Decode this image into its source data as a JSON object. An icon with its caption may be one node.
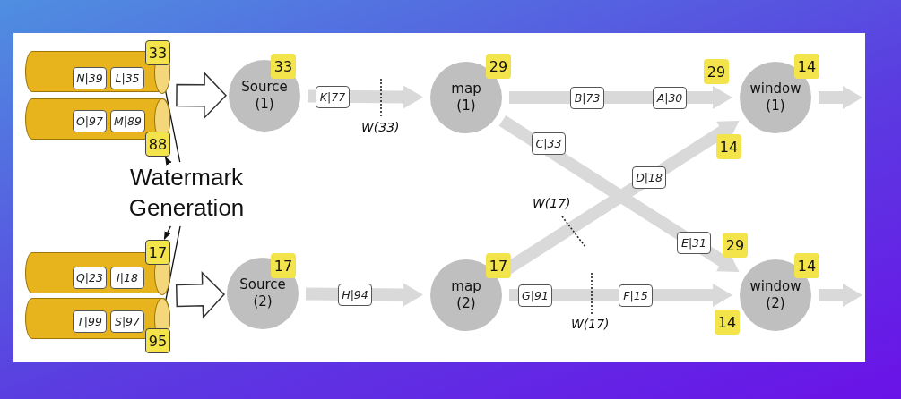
{
  "diagram": {
    "nodes": [
      {
        "text": [],
        "shape": "cylinder"
      },
      {
        "text": [
          "N|39"
        ],
        "in": 0
      },
      {
        "text": [
          "L|35"
        ],
        "in": 0
      },
      {
        "text": [
          "33"
        ]
      },
      {
        "text": [],
        "shape": "cylinder"
      },
      {
        "text": [
          "O|97"
        ],
        "in": 4
      },
      {
        "text": [
          "M|89"
        ],
        "in": 4
      },
      {
        "text": [
          "88"
        ]
      },
      {
        "text": [
          "Watermark Generation"
        ]
      },
      {
        "text": [],
        "shape": "cylinder"
      },
      {
        "text": [
          "Q|23"
        ],
        "in": 9
      },
      {
        "text": [
          "I|18"
        ],
        "in": 9
      },
      {
        "text": [
          "17"
        ]
      },
      {
        "text": [],
        "shape": "cylinder"
      },
      {
        "text": [
          "T|99"
        ],
        "in": 13
      },
      {
        "text": [
          "S|97"
        ],
        "in": 13
      },
      {
        "text": [
          "95"
        ]
      },
      {
        "text": [
          "Source (1)"
        ]
      },
      {
        "text": [
          "33"
        ]
      },
      {
        "text": [
          "Source (2)"
        ]
      },
      {
        "text": [
          "17"
        ]
      },
      {
        "text": [
          "K|77"
        ]
      },
      {
        "text": [
          "H|94"
        ]
      },
      {
        "text": [
          "map (1)"
        ]
      },
      {
        "text": [
          "29"
        ]
      },
      {
        "text": [
          "map (2)"
        ]
      },
      {
        "text": [
          "17"
        ]
      },
      {
        "text": [
          "B|73"
        ]
      },
      {
        "text": [
          "A|30"
        ]
      },
      {
        "text": [
          "C|33"
        ]
      },
      {
        "text": [
          "D|18"
        ]
      },
      {
        "text": [
          "E|31"
        ]
      },
      {
        "text": [
          "G|91"
        ]
      },
      {
        "text": [
          "F|15"
        ]
      },
      {
        "text": [
          "29"
        ]
      },
      {
        "text": [
          "14"
        ]
      },
      {
        "text": [
          "window (1)"
        ]
      },
      {
        "text": [
          "14"
        ]
      },
      {
        "text": [
          "29"
        ]
      },
      {
        "text": [
          "14"
        ]
      },
      {
        "text": [
          "window (2)"
        ]
      },
      {
        "text": [
          "14"
        ]
      }
    ],
    "edges": [
      {
        "from": 0,
        "to": 17,
        "arrow": "to",
        "style": "thick",
        "color": "#ffffff"
      },
      {
        "from": 4,
        "to": 17,
        "arrow": "to",
        "style": "thick",
        "color": "#ffffff"
      },
      {
        "from": 9,
        "to": 19,
        "arrow": "to",
        "style": "thick",
        "color": "#ffffff"
      },
      {
        "from": 13,
        "to": 19,
        "arrow": "to",
        "style": "thick",
        "color": "#ffffff"
      },
      {
        "from": 8,
        "to": 3,
        "arrow": "to"
      },
      {
        "from": 8,
        "to": 7,
        "arrow": "to"
      },
      {
        "from": 8,
        "to": 12,
        "arrow": "to"
      },
      {
        "from": 8,
        "to": 16,
        "arrow": "to"
      },
      {
        "from": 17,
        "to": 23,
        "arrow": "to",
        "style": "thick",
        "color": "#d9d9d9"
      },
      {
        "from": 19,
        "to": 25,
        "arrow": "to",
        "style": "thick",
        "color": "#d9d9d9"
      },
      {
        "from": 23,
        "to": 36,
        "arrow": "to",
        "style": "thick",
        "color": "#d9d9d9"
      },
      {
        "from": 23,
        "to": 40,
        "arrow": "to",
        "style": "thick",
        "color": "#d9d9d9"
      },
      {
        "from": 25,
        "to": 36,
        "arrow": "to",
        "style": "thick",
        "color": "#d9d9d9"
      },
      {
        "from": 25,
        "to": 40,
        "arrow": "to",
        "style": "thick",
        "color": "#d9d9d9"
      },
      {
        "from": 36,
        "to": null,
        "arrow": "to",
        "style": "thick",
        "color": "#d9d9d9"
      },
      {
        "from": 40,
        "to": null,
        "arrow": "to",
        "style": "thick",
        "color": "#d9d9d9"
      }
    ],
    "labels": [
      "W(33)",
      "W(17)",
      "W(17)"
    ]
  }
}
